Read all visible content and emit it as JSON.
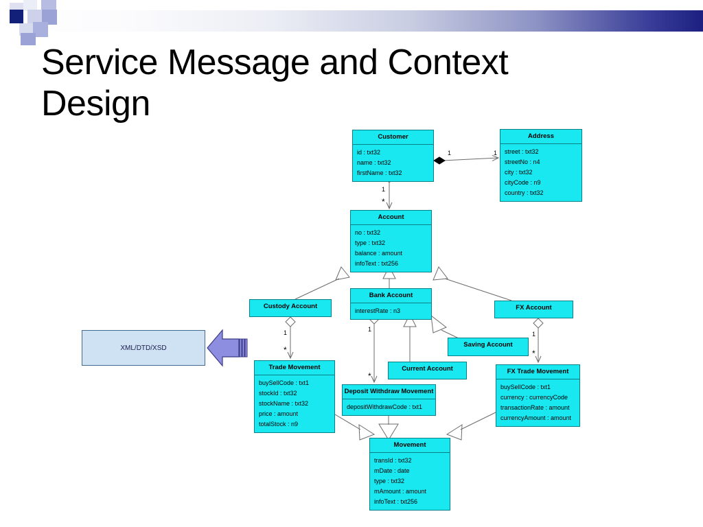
{
  "slide": {
    "title": "Service Message and Context\nDesign",
    "background_color": "#ffffff",
    "accent_color": "#1c1f80",
    "class_fill_color": "#19e8f0",
    "class_border_color": "#0a7f86",
    "xml_box_fill": "#cfe2f3",
    "arrow_fill": "#8d8ee0"
  },
  "header": {
    "decor_squares": [
      {
        "name": "square-dark-navy",
        "color": "#12207a"
      },
      {
        "name": "square-light-1",
        "color": "#c3c7e4"
      },
      {
        "name": "square-light-2",
        "color": "#aab0dd"
      },
      {
        "name": "square-light-3",
        "color": "#9aa2d6"
      },
      {
        "name": "square-light-4",
        "color": "#cdd1ea"
      },
      {
        "name": "square-light-5",
        "color": "#b7bce2"
      }
    ]
  },
  "xml_artifact": {
    "label": "XML/DTD/XSD"
  },
  "diagram": {
    "type": "uml-class-diagram",
    "classes": [
      {
        "id": "customer",
        "name": "Customer",
        "attributes": [
          "id : txt32",
          "name : txt32",
          "firstName : txt32"
        ]
      },
      {
        "id": "address",
        "name": "Address",
        "attributes": [
          "street : txt32",
          "streetNo : n4",
          "city : txt32",
          "cityCode : n9",
          "country : txt32"
        ]
      },
      {
        "id": "account",
        "name": "Account",
        "attributes": [
          "no : txt32",
          "type : txt32",
          "balance : amount",
          "infoText : txt256"
        ]
      },
      {
        "id": "custody_account",
        "name": "Custody Account",
        "attributes": []
      },
      {
        "id": "bank_account",
        "name": "Bank Account",
        "attributes": [
          "interestRate : n3"
        ]
      },
      {
        "id": "fx_account",
        "name": "FX Account",
        "attributes": []
      },
      {
        "id": "saving_account",
        "name": "Saving Account",
        "attributes": []
      },
      {
        "id": "current_account",
        "name": "Current Account",
        "attributes": []
      },
      {
        "id": "trade_movement",
        "name": "Trade Movement",
        "attributes": [
          "buySellCode : txt1",
          "stockId : txt32",
          "stockName : txt32",
          "price : amount",
          "totalStock : n9"
        ]
      },
      {
        "id": "deposit_withdraw_movement",
        "name": "Deposit Withdraw Movement",
        "attributes": [
          "depositWithdrawCode : txt1"
        ]
      },
      {
        "id": "fx_trade_movement",
        "name": "FX Trade Movement",
        "attributes": [
          "buySellCode : txt1",
          "currency : currencyCode",
          "transactionRate : amount",
          "currencyAmount : amount"
        ]
      },
      {
        "id": "movement",
        "name": "Movement",
        "attributes": [
          "transId : txt32",
          "mDate : date",
          "type : txt32",
          "mAmount : amount",
          "infoText : txt256"
        ]
      }
    ],
    "relationships": [
      {
        "kind": "composition",
        "from": "customer",
        "to": "address",
        "from_mult": "1",
        "to_mult": "1"
      },
      {
        "kind": "aggregation",
        "from": "customer",
        "to": "account",
        "from_mult": "1",
        "to_mult": "*"
      },
      {
        "kind": "generalization",
        "from": "custody_account",
        "to": "account"
      },
      {
        "kind": "generalization",
        "from": "bank_account",
        "to": "account"
      },
      {
        "kind": "generalization",
        "from": "fx_account",
        "to": "account"
      },
      {
        "kind": "generalization",
        "from": "current_account",
        "to": "bank_account"
      },
      {
        "kind": "generalization",
        "from": "saving_account",
        "to": "bank_account"
      },
      {
        "kind": "aggregation",
        "from": "custody_account",
        "to": "trade_movement",
        "from_mult": "1",
        "to_mult": "*"
      },
      {
        "kind": "aggregation",
        "from": "bank_account",
        "to": "deposit_withdraw_movement",
        "from_mult": "1",
        "to_mult": "*"
      },
      {
        "kind": "aggregation",
        "from": "fx_account",
        "to": "fx_trade_movement",
        "from_mult": "1",
        "to_mult": "*"
      },
      {
        "kind": "generalization",
        "from": "trade_movement",
        "to": "movement"
      },
      {
        "kind": "generalization",
        "from": "deposit_withdraw_movement",
        "to": "movement"
      },
      {
        "kind": "generalization",
        "from": "fx_trade_movement",
        "to": "movement"
      }
    ],
    "multiplicity_labels": [
      {
        "id": "cust-addr-left",
        "text": "1"
      },
      {
        "id": "cust-addr-right",
        "text": "1"
      },
      {
        "id": "cust-acc-top",
        "text": "1"
      },
      {
        "id": "cust-acc-bottom",
        "text": "*"
      },
      {
        "id": "custody-trade-top",
        "text": "1"
      },
      {
        "id": "custody-trade-bottom",
        "text": "*"
      },
      {
        "id": "bank-dep-top",
        "text": "1"
      },
      {
        "id": "bank-dep-bottom",
        "text": "*"
      },
      {
        "id": "fx-fxtrade-top",
        "text": "1"
      },
      {
        "id": "fx-fxtrade-bottom",
        "text": "*"
      }
    ]
  }
}
